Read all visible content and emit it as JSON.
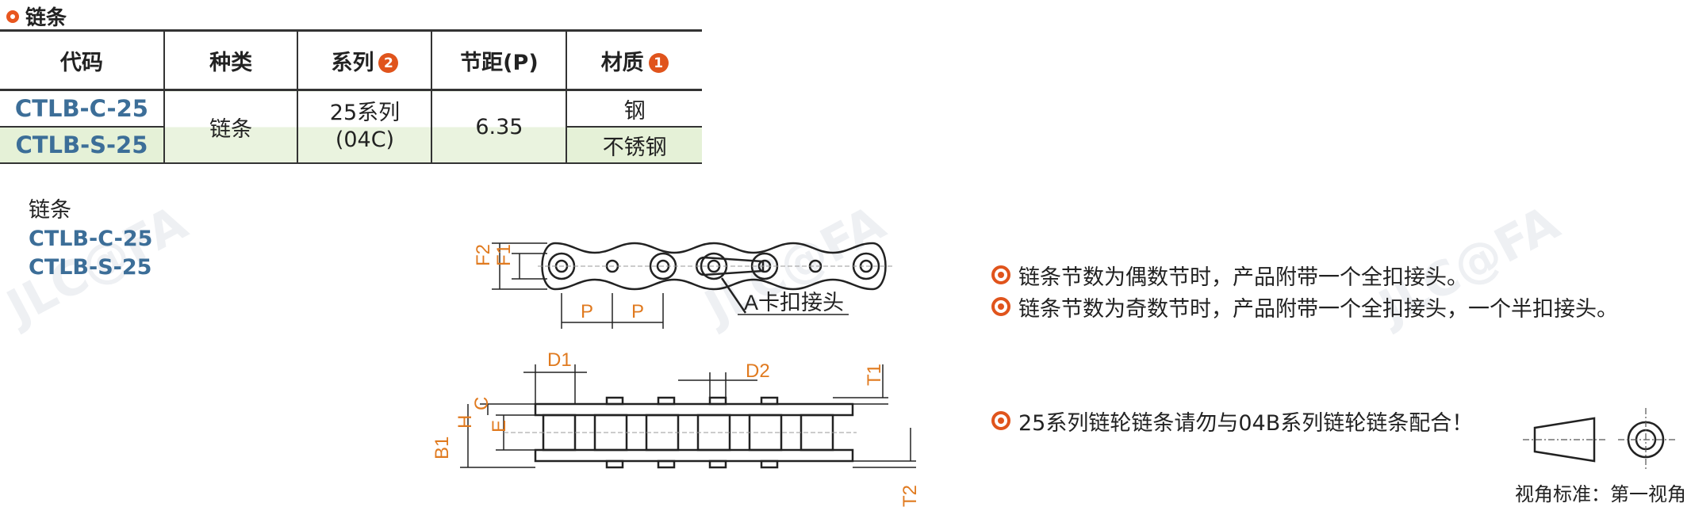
{
  "section_title": "链条",
  "table": {
    "headers": {
      "code": "代码",
      "kind": "种类",
      "series": "系列",
      "series_badge": "2",
      "pitch": "节距(P)",
      "material": "材质",
      "material_badge": "1"
    },
    "rows": [
      {
        "code": "CTLB-C-25",
        "material": "钢"
      },
      {
        "code": "CTLB-S-25",
        "material": "不锈钢"
      }
    ],
    "kind": "链条",
    "series_line1": "25系列",
    "series_line2": "(04C)",
    "pitch": "6.35"
  },
  "left_label": {
    "name": "链条",
    "code1": "CTLB-C-25",
    "code2": "CTLB-S-25"
  },
  "diagram_labels": {
    "F2": "F2",
    "F1": "F1",
    "P1": "P",
    "P2": "P",
    "clip": "A卡扣接头",
    "D1": "D1",
    "D2": "D2",
    "T1": "T1",
    "T2": "T2",
    "C": "C",
    "H": "H",
    "E": "E",
    "B1": "B1"
  },
  "notes": [
    "链条节数为偶数节时，产品附带一个全扣接头。",
    "链条节数为奇数节时，产品附带一个全扣接头，一个半扣接头。",
    "25系列链轮链条请勿与04B系列链轮链条配合！"
  ],
  "view_label": "视角标准：第一视角",
  "colors": {
    "accent": "#e0541c",
    "code_blue": "#3c6e98",
    "row_tint": "#e5f1d7",
    "dim_orange": "#e07a1f"
  }
}
